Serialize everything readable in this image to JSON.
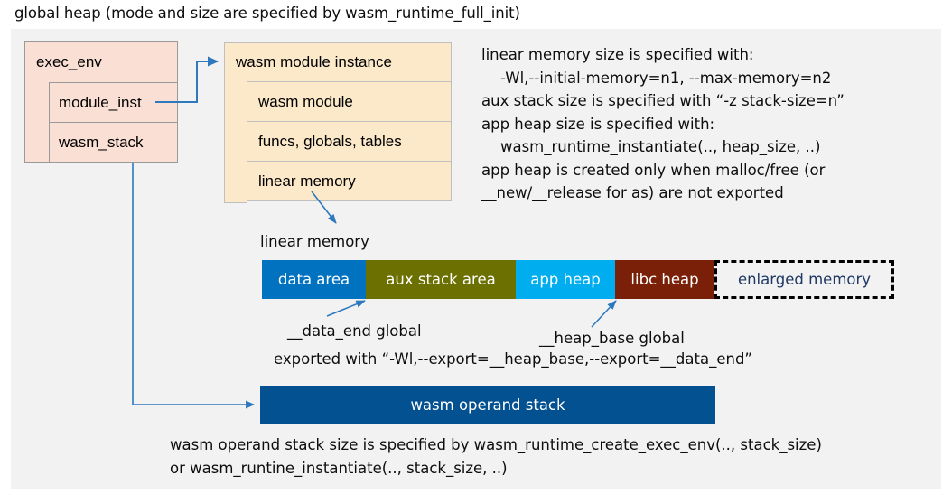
{
  "title": "global heap (mode and size are specified by wasm_runtime_full_init)",
  "exec_env": {
    "header": "exec_env",
    "rows": [
      {
        "label": "module_inst"
      },
      {
        "label": "wasm_stack"
      }
    ]
  },
  "module_instance": {
    "header": "wasm module instance",
    "rows": [
      {
        "label": "wasm module"
      },
      {
        "label": "funcs, globals, tables"
      },
      {
        "label": "linear memory"
      }
    ]
  },
  "notes": {
    "right": "linear memory size is specified with:\n    -Wl,--initial-memory=n1, --max-memory=n2\naux stack size is specified with “-z stack-size=n”\napp heap size is specified with:\n    wasm_runtime_instantiate(.., heap_size, ..)\napp heap is created only when malloc/free (or\n__new/__release for as) are not exported",
    "bottom": "wasm operand stack size is specified by wasm_runtime_create_exec_env(.., stack_size)\nor wasm_runtine_instantiate(.., stack_size, ..)"
  },
  "linear_memory": {
    "label": "linear memory",
    "segments": [
      {
        "label": "data area",
        "color": "#0072C0",
        "width": 115
      },
      {
        "label": "aux stack area",
        "color": "#6B7000",
        "width": 166
      },
      {
        "label": "app heap",
        "color": "#00AEEF",
        "width": 110
      },
      {
        "label": "libc heap",
        "color": "#7B2008",
        "width": 110
      },
      {
        "label": "enlarged memory",
        "color": "#F2F2F2",
        "width": 199
      }
    ]
  },
  "annotations": {
    "data_end": "__data_end global",
    "heap_base": "__heap_base global",
    "exported": "exported with “-Wl,--export=__heap_base,--export=__data_end”"
  },
  "operand_stack": {
    "label": "wasm operand stack",
    "color": "#045192"
  },
  "colors": {
    "canvas_bg": "#F2F2F2",
    "exec_env_fill": "#FADFD4",
    "module_fill": "#FCE9C9",
    "wire": "#2E78BE",
    "enlarged_text": "#1F3864"
  }
}
